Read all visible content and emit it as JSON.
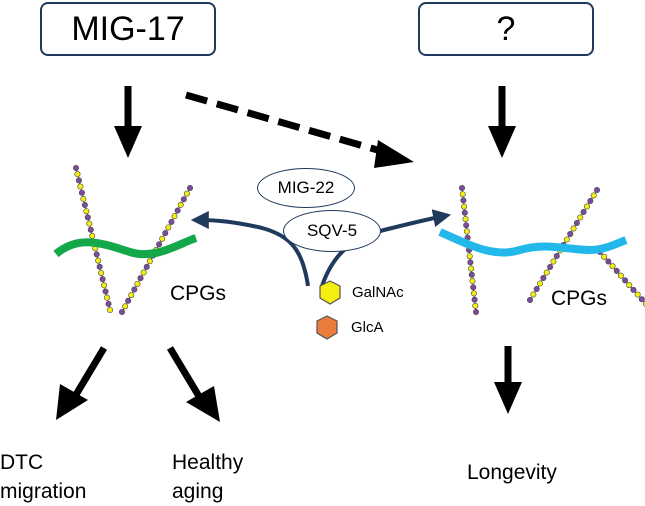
{
  "nodes": {
    "left_box": "MIG-17",
    "right_box": "?",
    "enzyme_1": "MIG-22",
    "enzyme_2": "SQV-5",
    "cpgs_left": "CPGs",
    "cpgs_right": "CPGs"
  },
  "legend": {
    "galnac": "GalNAc",
    "glca": "GlcA",
    "galnac_color": "#f5ee11",
    "glca_color": "#ea7d3c"
  },
  "outcomes": {
    "dtc_line1": "DTC",
    "dtc_line2": "migration",
    "healthy_line1": "Healthy",
    "healthy_line2": "aging",
    "longevity": "Longevity"
  },
  "colors": {
    "left_backbone": "#15a84a",
    "right_backbone": "#22b8ea",
    "box_border": "#1f3a5c",
    "enzyme_arrow": "#1f3a5c",
    "chain_purple": "#7b4b9e",
    "chain_yellow": "#f5ee11"
  }
}
